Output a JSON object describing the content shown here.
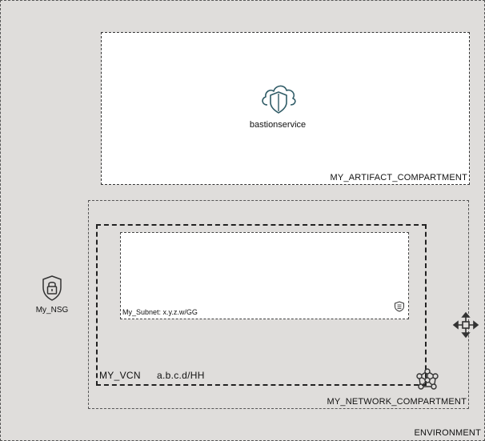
{
  "environment": {
    "label": "ENVIRONMENT"
  },
  "artifact_compartment": {
    "label": "MY_ARTIFACT_COMPARTMENT",
    "bastion": {
      "label": "bastionservice",
      "icon": "bastion-shield-cloud-icon"
    }
  },
  "network_compartment": {
    "label": "MY_NETWORK_COMPARTMENT",
    "vcn": {
      "label": "MY_VCN",
      "cidr": "a.b.c.d/HH",
      "icon": "vcn-network-icon",
      "subnet": {
        "label": "My_Subnet: x.y.z.w/GG",
        "icon": "security-list-icon"
      }
    },
    "gateway_icon": "gateway-router-icon"
  },
  "nsg": {
    "label": "My_NSG",
    "icon": "padlock-shield-icon"
  }
}
